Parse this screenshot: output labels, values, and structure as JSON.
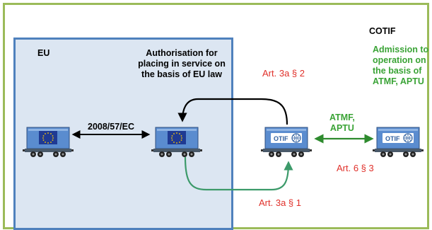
{
  "labels": {
    "cotif": "COTIF",
    "eu": "EU",
    "authorisation": [
      "Authorisation for",
      "placing in service on",
      "the basis of EU law"
    ],
    "admission": [
      "Admission to",
      "operation on",
      "the basis of",
      "ATMF, APTU"
    ],
    "directive": "2008/57/EC",
    "atmf_aptu": [
      "ATMF,",
      "APTU"
    ],
    "art_3a_2": "Art. 3a § 2",
    "art_3a_1": "Art. 3a § 1",
    "art_6_3": "Art. 6 § 3"
  },
  "wagons": {
    "eu_wagon_1": "EU flag",
    "eu_wagon_2": "EU flag",
    "otif_wagon_1": "OTIF",
    "otif_wagon_2": "OTIF"
  },
  "colors": {
    "frame": "#9bbb59",
    "eu_box_fill": "#dce6f2",
    "eu_box_border": "#4f81bd",
    "red_text": "#e0302a",
    "green_text": "#3aa336",
    "green_arrow": "#3c9a6a",
    "dark_green_arrow": "#2e8b2e",
    "wagon_body": "#5a8ccf",
    "eu_flag": "#1f3a93"
  }
}
